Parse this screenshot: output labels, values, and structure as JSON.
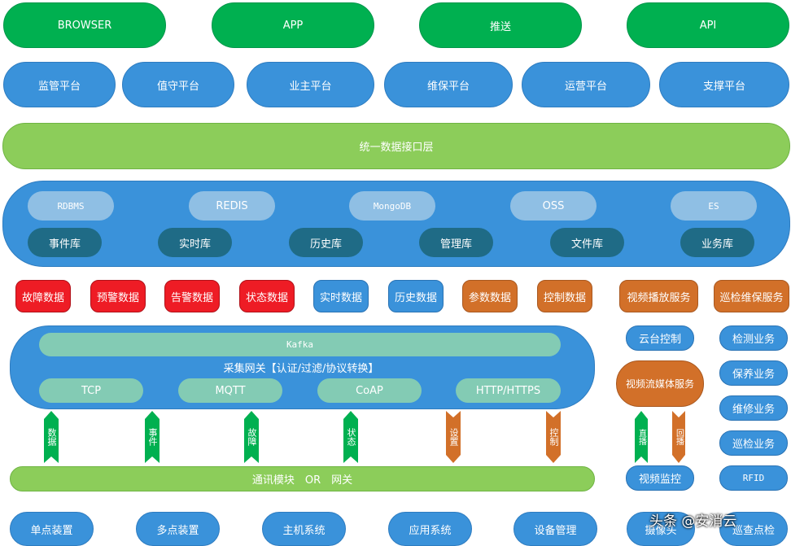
{
  "clients": [
    "BROWSER",
    "APP",
    "推送",
    "API"
  ],
  "platforms": [
    "监管平台",
    "值守平台",
    "业主平台",
    "维保平台",
    "运营平台",
    "支撑平台"
  ],
  "interface_layer": "统一数据接口层",
  "storage": {
    "engines": [
      "RDBMS",
      "REDIS",
      "MongoDB",
      "OSS",
      "ES"
    ],
    "libraries": [
      "事件库",
      "实时库",
      "历史库",
      "管理库",
      "文件库",
      "业务库"
    ]
  },
  "data_types": {
    "red": [
      "故障数据",
      "预警数据",
      "告警数据",
      "状态数据"
    ],
    "blue": [
      "实时数据",
      "历史数据"
    ],
    "orange": [
      "参数数据",
      "控制数据",
      "视频播放服务",
      "巡检维保服务"
    ]
  },
  "gateway": {
    "kafka": "Kafka",
    "title": "采集网关【认证/过滤/协议转换】",
    "protocols": [
      "TCP",
      "MQTT",
      "CoAP",
      "HTTP/HTTPS"
    ]
  },
  "arrows_up": [
    "数据",
    "事件",
    "故障",
    "状态"
  ],
  "arrows_down": [
    "设置",
    "控制"
  ],
  "video": {
    "ptz": "云台控制",
    "stream": "视频流媒体服务",
    "up": "直播",
    "down": "回播",
    "monitor": "视频监控"
  },
  "services": [
    "检测业务",
    "保养业务",
    "维修业务",
    "巡检业务",
    "RFID"
  ],
  "comm_module": "通讯模块　OR　网关",
  "devices": [
    "单点装置",
    "多点装置",
    "主机系统",
    "应用系统",
    "设备管理",
    "摄像头",
    "巡查点检"
  ],
  "watermark": "头条 @安消云",
  "colors": {
    "green": "#00b050",
    "blue": "#3a92da",
    "light_green": "#8ccd5a",
    "red": "#ee1c25",
    "orange": "#d27029",
    "dark_teal": "#1f6b86",
    "mint": "#83cbb4"
  }
}
